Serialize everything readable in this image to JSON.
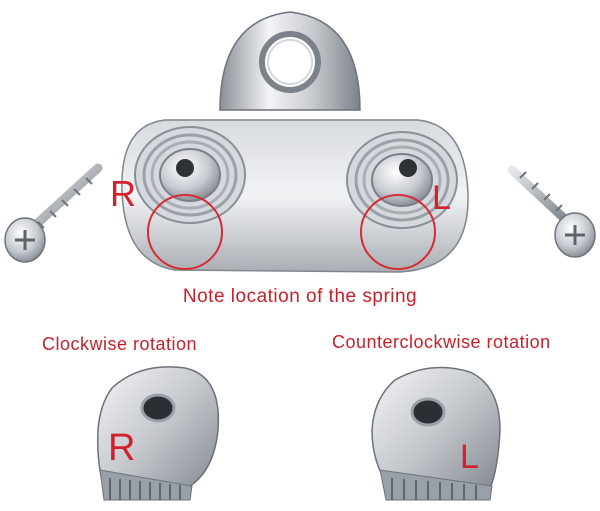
{
  "texts": {
    "note": "Note location of the spring",
    "clockwise": "Clockwise rotation",
    "counterclockwise": "Counterclockwise rotation",
    "right_letter_top": "R",
    "left_letter_top": "L",
    "right_letter_bottom": "R",
    "left_letter_bottom": "L"
  },
  "colors": {
    "annotation_red": "#c8202a",
    "metal_light": "#eef0f2",
    "metal_mid": "#b9bec4",
    "metal_dark": "#6e747b"
  }
}
